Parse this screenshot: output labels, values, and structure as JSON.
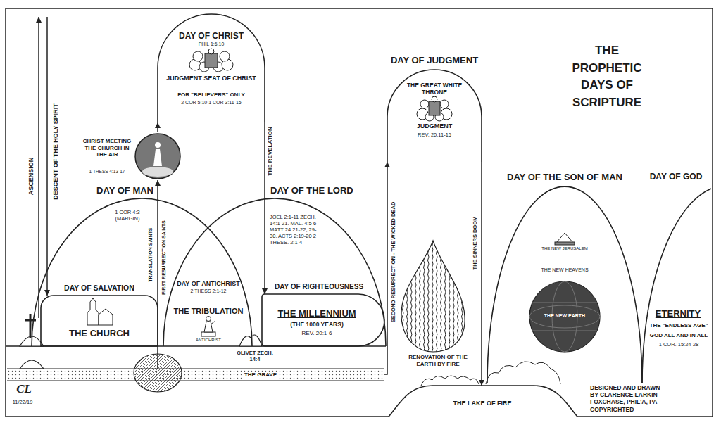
{
  "diagram": {
    "title": "THE PROPHETIC DAYS OF SCRIPTURE",
    "nodes": [
      {
        "text": [
          "DAY OF CHRIST",
          "PHIL 1:6,10",
          "JUDGMENT SEAT OF CHRIST",
          "FOR \"BELIEVERS\" ONLY",
          "2 COR 5:10 1 COR 3:11-15"
        ]
      },
      {
        "text": [
          "CHRIST MEETING THE CHURCH IN THE AIR",
          "1 THESS 4:13-17"
        ]
      },
      {
        "text": [
          "DAY OF MAN",
          "1 COR 4:3 (MARGIN)"
        ]
      },
      {
        "text": [
          "DAY OF SALVATION",
          "THE CHURCH"
        ],
        "in": 2
      },
      {
        "text": [
          "DAY OF THE LORD",
          "JOEL 2:1-11 ZECH. 14:1-21. MAL. 4:5-6 MATT 24:21-22, 29-30. ACTS 2:19-20 2 THESS. 2:1-4"
        ]
      },
      {
        "text": [
          "DAY OF ANTICHRIST",
          "2 THESS 2:1-12",
          "THE TRIBULATION",
          "ANTICHRIST"
        ],
        "in": 4
      },
      {
        "text": [
          "DAY OF RIGHTEOUSNESS",
          "THE MILLENNIUM",
          "(THE 1000 YEARS)",
          "REV. 20:1-6"
        ],
        "in": 4
      },
      {
        "text": [
          "DAY OF JUDGMENT",
          "THE GREAT WHITE THRONE",
          "JUDGMENT",
          "REV. 20:11-15"
        ]
      },
      {
        "text": [
          "DAY OF THE SON OF MAN",
          "THE NEW JERUSALEM",
          "THE NEW HEAVENS",
          "THE NEW EARTH"
        ]
      },
      {
        "text": [
          "DAY OF GOD",
          "ETERNITY",
          "THE \"ENDLESS AGE\"",
          "GOD ALL AND IN ALL",
          "1 COR. 15:24-28"
        ]
      },
      {
        "text": [
          "THE GRAVE"
        ]
      },
      {
        "text": [
          "THE LAKE OF FIRE"
        ]
      }
    ],
    "edges": [
      {
        "from": 10,
        "to": 1,
        "label": "TRANSLATION SAINTS",
        "arrow": "to"
      },
      {
        "from": 1,
        "to": 0,
        "arrow": "to"
      },
      {
        "from": 0,
        "to": 6,
        "label": "THE REVELATION",
        "arrow": "to"
      },
      {
        "from": 10,
        "to": 7,
        "label": "SECOND RESURRECTION - THE WICKED DEAD",
        "arrow": "to"
      },
      {
        "from": 7,
        "to": 11,
        "label": "THE SINNERS DOOM",
        "arrow": "to"
      }
    ],
    "labels": [
      "ASCENSION",
      "DESCENT OF THE HOLY SPIRIT",
      "FIRST RESURRECTION SAINTS",
      "OLIVET ZECH. 14:4",
      "RENOVATION OF THE EARTH BY FIRE",
      "DESIGNED AND DRAWN BY CLARENCE LARKIN FOXCHASE, PHIL'A, PA COPYRIGHTED",
      "CL",
      "11/22/19"
    ]
  }
}
